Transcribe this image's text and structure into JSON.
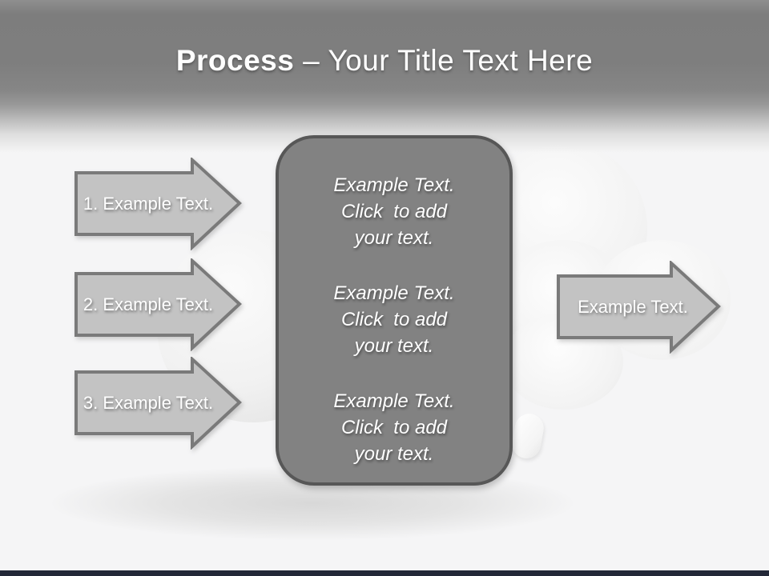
{
  "slide": {
    "title": {
      "bold": "Process",
      "rest": " – Your Title Text Here"
    },
    "left_arrows": [
      {
        "label": "1. Example Text."
      },
      {
        "label": "2. Example Text."
      },
      {
        "label": "3. Example Text."
      }
    ],
    "center_box": {
      "paragraphs": [
        "Example Text.\nClick  to add\nyour text.",
        "Example Text.\nClick  to add\nyour text.",
        "Example Text.\nClick  to add\nyour text."
      ]
    },
    "right_arrow": {
      "label": "Example Text."
    },
    "colors": {
      "header_gray": "#7d7d7d",
      "background": "#f5f5f6",
      "arrow_fill": "#c3c3c3",
      "arrow_border": "#7a7a7a",
      "box_fill": "#828282",
      "box_border": "#575757",
      "text": "#ffffff",
      "footer_bar": "#232838"
    }
  }
}
